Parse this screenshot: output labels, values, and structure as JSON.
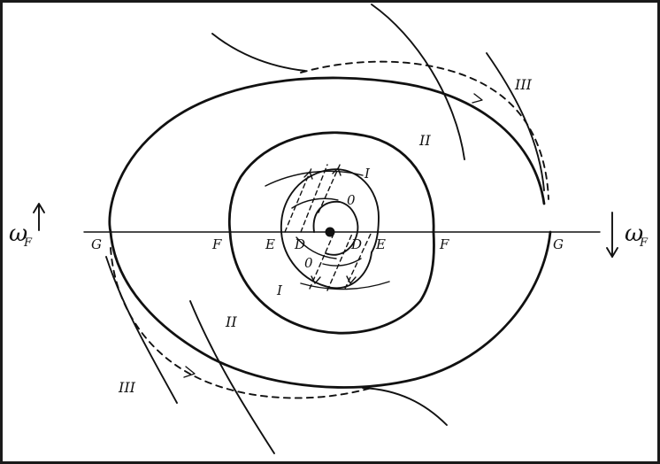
{
  "labels": {
    "omega_left": "ω",
    "omega_left_sub": "F",
    "omega_right": "ω",
    "omega_right_sub": "F",
    "left_axis": [
      "G",
      "F",
      "E",
      "D"
    ],
    "right_axis": [
      "D",
      "E",
      "F",
      "G"
    ],
    "zone_I_top": "I",
    "zone_I_bottom": "I",
    "zone_0_top": "0",
    "zone_0_bottom": "0",
    "zone_II_top": "II",
    "zone_II_bottom": "II",
    "zone_III_top": "III",
    "zone_III_bottom": "III"
  }
}
